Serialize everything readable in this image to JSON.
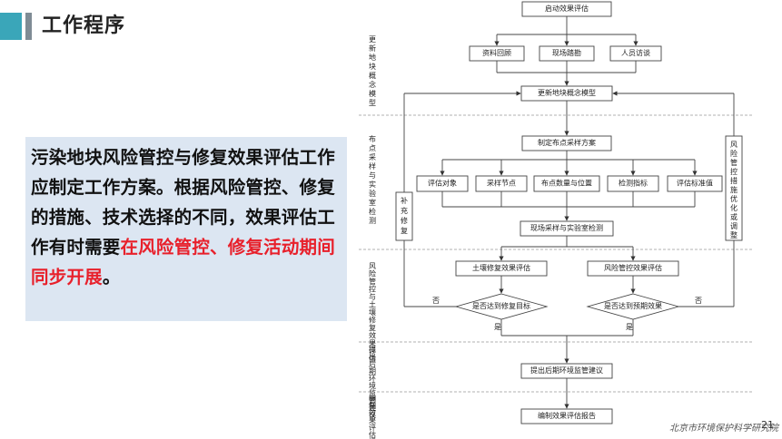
{
  "slide": {
    "title": "工作程序",
    "body_black": "污染地块风险管控与修复效果评估工作应制定工作方案。根据风险管控、修复的措施、技术选择的不同，效果评估工作有时需要",
    "body_red": "在风险管控、修复活动期间同步开展",
    "body_end": "。",
    "footer": "北京市环境保护科学研究院",
    "page_number": "21"
  },
  "flow": {
    "sections": [
      "更新地块概念模型",
      "布点采样与实验室检测",
      "风险管控与土壤修复效果评估",
      "提出后期环境监管建议",
      "编制效果评估报告"
    ],
    "start": "启动效果评估",
    "inputs": [
      "资料回顾",
      "现场踏勘",
      "人员访谈"
    ],
    "update_model": "更新地块概念模型",
    "plan": "制定布点采样方案",
    "plan_items": [
      "评估对象",
      "采样节点",
      "布点数量与位置",
      "检测指标",
      "评估标准值"
    ],
    "sampling": "现场采样与实验室检测",
    "left_loop": "补充修复",
    "right_loop": "风险管控措施优化或调整",
    "soil_eval": "土壤修复效果评估",
    "risk_eval": "风险管控效果评估",
    "soil_decision": "是否达到修复目标",
    "risk_decision": "是否达到预期效果",
    "no": "否",
    "yes": "是",
    "supervision": "提出后期环境监管建议",
    "report": "编制效果评估报告"
  }
}
